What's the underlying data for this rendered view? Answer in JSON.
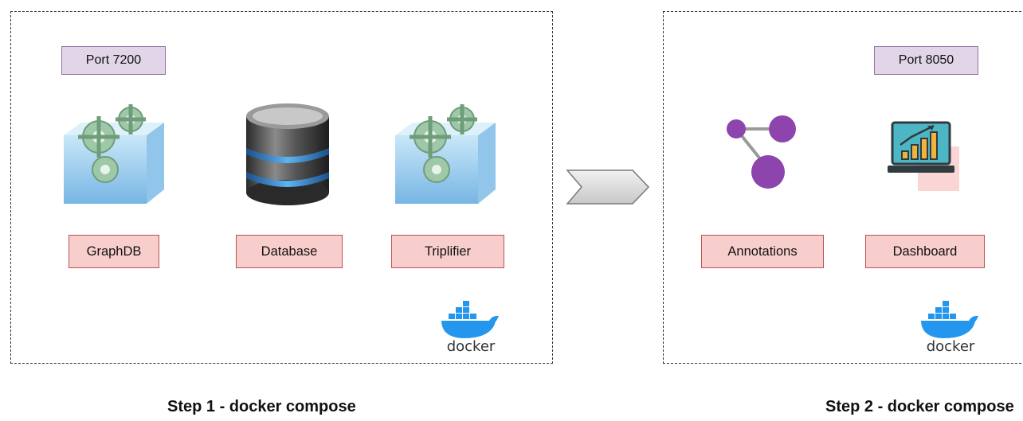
{
  "steps": [
    {
      "caption": "Step 1 - docker compose",
      "port": "Port 7200",
      "services": [
        "GraphDB",
        "Database",
        "Triplifier"
      ],
      "logo_text": "docker"
    },
    {
      "caption": "Step 2 - docker compose",
      "port": "Port 8050",
      "services": [
        "Annotations",
        "Dashboard"
      ],
      "logo_text": "docker"
    }
  ],
  "icons": {
    "graphdb": "gears-box-icon",
    "database": "database-cylinder-icon",
    "triplifier": "gears-box-icon",
    "annotations": "graph-nodes-icon",
    "dashboard": "laptop-chart-icon",
    "transition": "chevron-arrow-icon",
    "logo": "docker-whale-icon"
  },
  "colors": {
    "port_fill": "#e1d5e7",
    "port_stroke": "#9673a6",
    "label_fill": "#f8cecc",
    "label_stroke": "#b85450",
    "docker_blue": "#2496ed",
    "node_purple": "#8e44ad"
  }
}
